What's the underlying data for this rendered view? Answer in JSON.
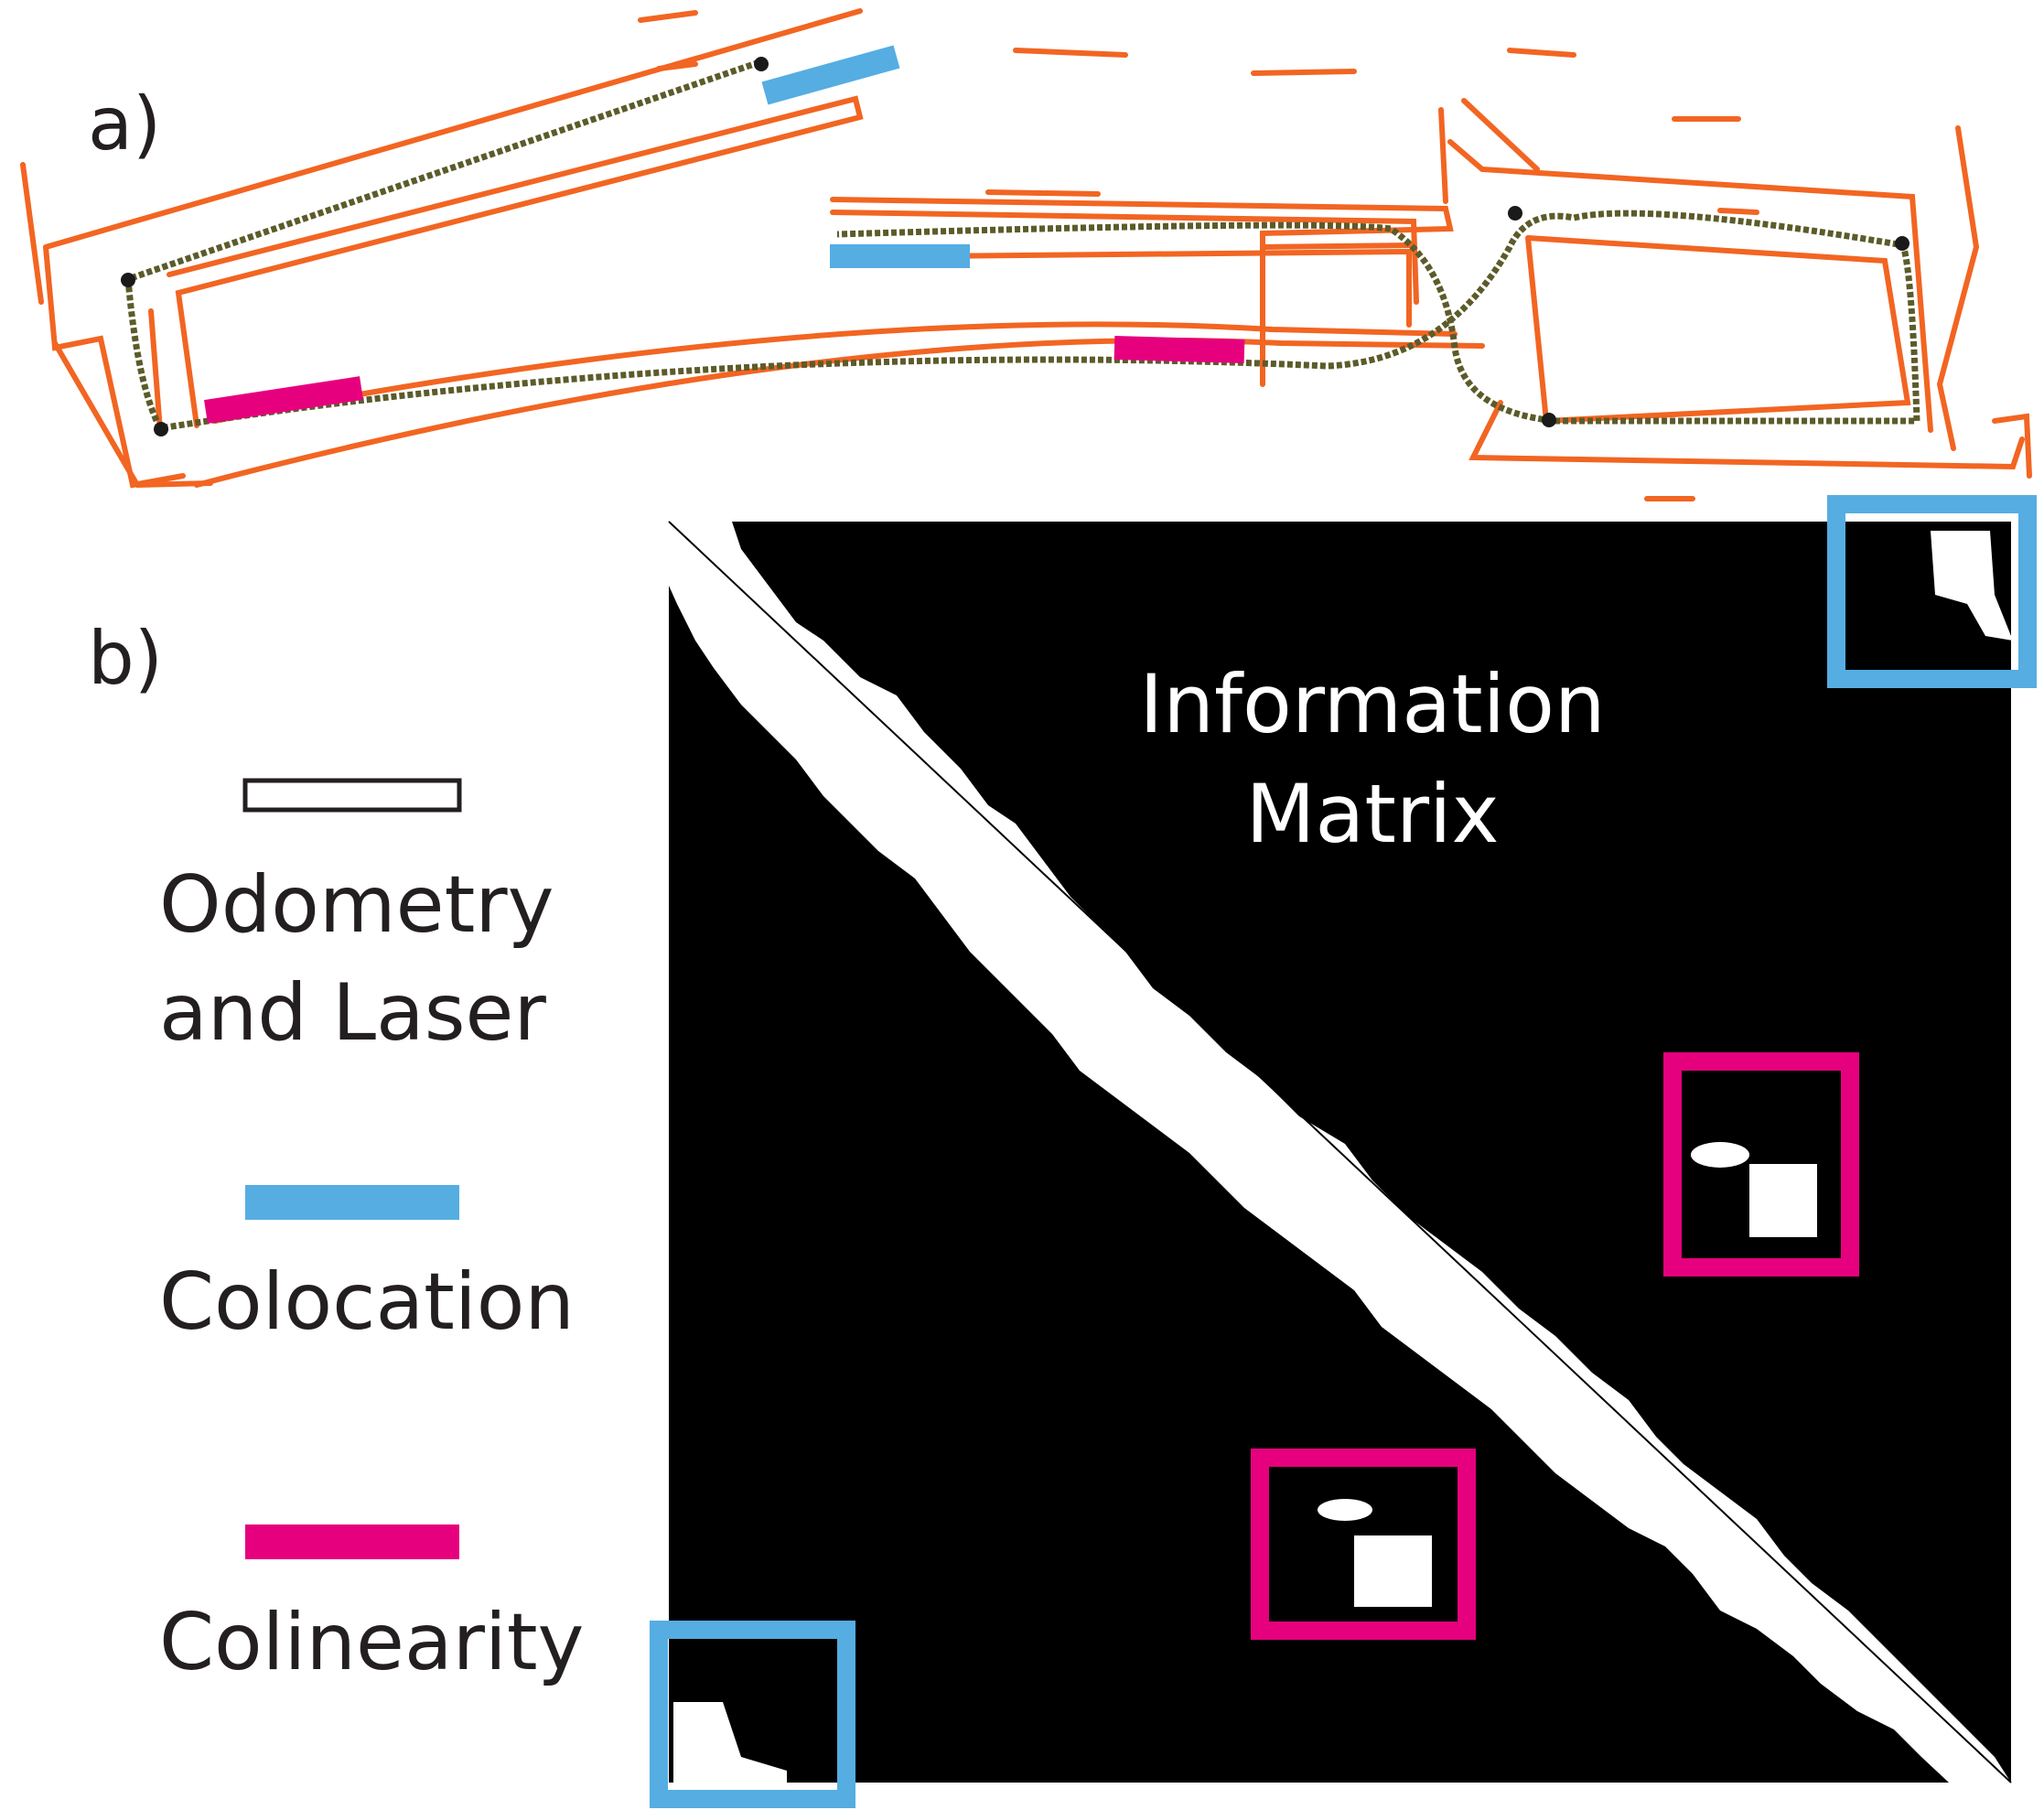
{
  "panels": {
    "a": "a)",
    "b": "b)"
  },
  "legend": {
    "odometry": {
      "line1": "Odometry",
      "line2": "and Laser"
    },
    "colocation": "Colocation",
    "colinearity": "Colinearity"
  },
  "matrix": {
    "line1": "Information",
    "line2": "Matrix"
  },
  "colors": {
    "walls": "#f26522",
    "trajectory": "#5c5b2a",
    "colocation": "#55ade2",
    "colinearity": "#e6007e",
    "matrix_bg": "#000000",
    "matrix_fill": "#ffffff"
  }
}
